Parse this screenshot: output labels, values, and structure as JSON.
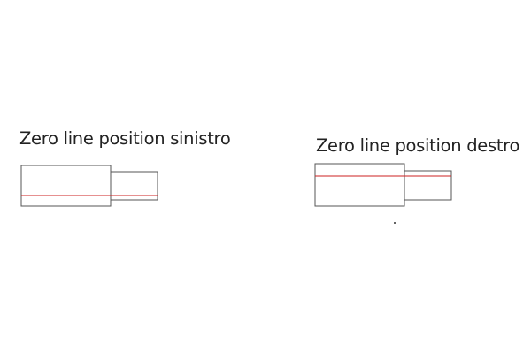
{
  "diagrams": [
    {
      "caption": "Zero line position sinistro",
      "zero_line_position": "lower",
      "zero_line_color": "#cc2222"
    },
    {
      "caption": "Zero line position destro",
      "zero_line_position": "upper",
      "zero_line_color": "#cc2222"
    }
  ],
  "colors": {
    "outline": "#555555",
    "background": "#ffffff",
    "text": "#222222"
  }
}
